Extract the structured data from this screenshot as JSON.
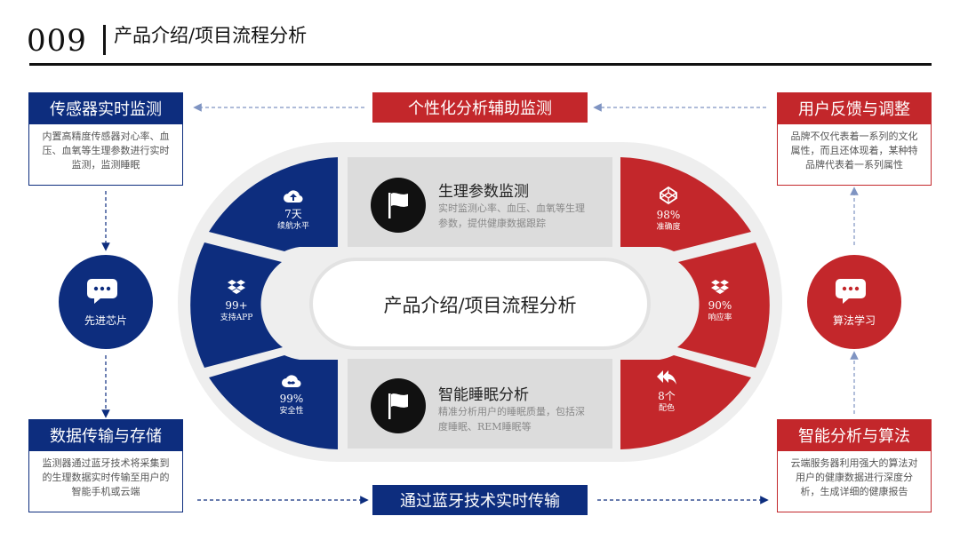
{
  "header": {
    "page_number": "009",
    "title": "产品介绍/项目流程分析"
  },
  "colors": {
    "blue": "#0d2d7e",
    "red": "#c3272b",
    "gray": "#dcdcdc"
  },
  "top_center": {
    "label": "个性化分析辅助监测"
  },
  "bottom_center": {
    "label": "通过蓝牙技术实时传输"
  },
  "left_top": {
    "title": "传感器实时监测",
    "text": "内置高精度传感器对心率、血压、血氧等生理参数进行实时监测，监测睡眠"
  },
  "left_circle": {
    "label": "先进芯片",
    "icon": "chat-bubble-icon"
  },
  "left_bottom": {
    "title": "数据传输与存储",
    "text": "监测器通过蓝牙技术将采集到的生理数据实时传输至用户的智能手机或云端"
  },
  "right_top": {
    "title": "用户反馈与调整",
    "text": "品牌不仅代表着一系列的文化属性，而且还体现着，某种特品牌代表着一系列属性"
  },
  "right_circle": {
    "label": "算法学习",
    "icon": "chat-bubble-icon"
  },
  "right_bottom": {
    "title": "智能分析与算法",
    "text": "云端服务器利用强大的算法对用户的健康数据进行深度分析，生成详细的健康报告"
  },
  "center": {
    "title": "产品介绍/项目流程分析"
  },
  "panels": [
    {
      "title": "生理参数监测",
      "text": "实时监测心率、血压、血氧等生理参数，提供健康数据跟踪"
    },
    {
      "title": "智能睡眠分析",
      "text": "精准分析用户的睡眠质量，包括深度睡眠、REM睡眠等"
    }
  ],
  "left_segments": [
    {
      "value": "7天",
      "label": "续航水平",
      "icon": "cloud-upload-icon"
    },
    {
      "value": "99+",
      "label": "支持APP",
      "icon": "dropbox-icon"
    },
    {
      "value": "99%",
      "label": "安全性",
      "icon": "infinity-cloud-icon"
    }
  ],
  "right_segments": [
    {
      "value": "98%",
      "label": "准确度",
      "icon": "codepen-icon"
    },
    {
      "value": "90%",
      "label": "响应率",
      "icon": "dropbox-icon"
    },
    {
      "value": "8个",
      "label": "配色",
      "icon": "reply-all-icon"
    }
  ]
}
